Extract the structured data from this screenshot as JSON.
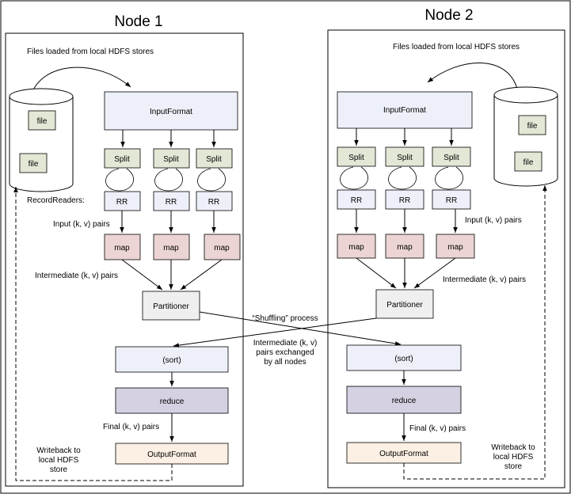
{
  "node1": {
    "title": "Node 1",
    "files_loaded": "Files loaded from local HDFS stores",
    "file_a": "file",
    "file_b": "file",
    "input_format": "InputFormat",
    "splits": [
      "Split",
      "Split",
      "Split"
    ],
    "rrs": [
      "RR",
      "RR",
      "RR"
    ],
    "maps": [
      "map",
      "map",
      "map"
    ],
    "record_readers": "RecordReaders:",
    "input_pairs": "Input (k, v) pairs",
    "intermediate_pairs": "Intermediate (k, v) pairs",
    "partitioner": "Partitioner",
    "sort": "(sort)",
    "reduce": "reduce",
    "final_pairs": "Final (k, v) pairs",
    "output_format": "OutputFormat",
    "writeback": [
      "Writeback to",
      "local HDFS",
      "store"
    ]
  },
  "node2": {
    "title": "Node 2",
    "files_loaded": "Files loaded from local HDFS stores",
    "file_a": "file",
    "file_b": "file",
    "input_format": "InputFormat",
    "splits": [
      "Split",
      "Split",
      "Split"
    ],
    "rrs": [
      "RR",
      "RR",
      "RR"
    ],
    "maps": [
      "map",
      "map",
      "map"
    ],
    "input_pairs": "Input (k, v) pairs",
    "intermediate_pairs": "Intermediate (k, v) pairs",
    "partitioner": "Partitioner",
    "sort": "(sort)",
    "reduce": "reduce",
    "final_pairs": "Final (k, v) pairs",
    "output_format": "OutputFormat",
    "writeback": [
      "Writeback to",
      "local HDFS",
      "store"
    ]
  },
  "shuffle": {
    "label": "“Shuffling” process",
    "exchange": [
      "Intermediate (k, v)",
      "pairs exchanged",
      "by all nodes"
    ]
  },
  "colors": {
    "input_format": "#edf0f8",
    "split": "#e3e8d6",
    "rr": "#edf0f8",
    "map": "#ecd4d4",
    "partitioner": "#efefef",
    "sort": "#edf0f8",
    "reduce": "#d6d0e3",
    "output_format": "#fcefe3",
    "file": "#e3e8d6"
  }
}
